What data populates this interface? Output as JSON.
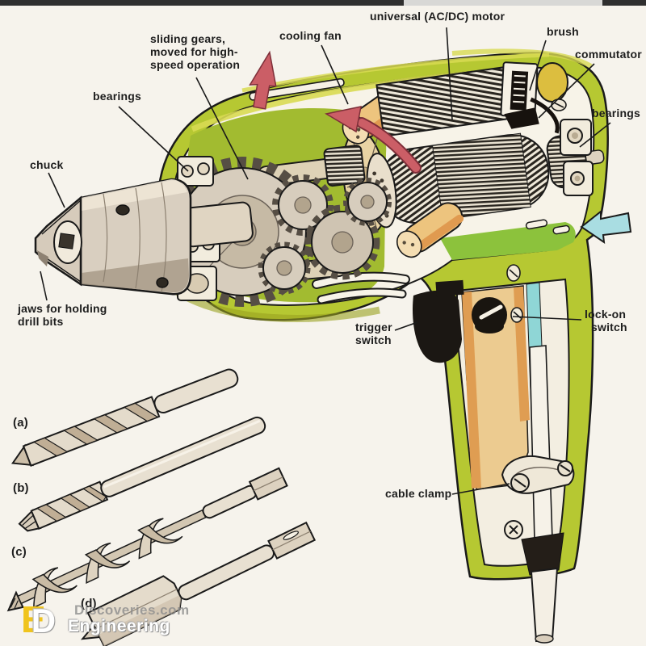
{
  "meta": {
    "description": "Cutaway diagram of an electric hand drill with labelled internal parts and four drill bit types"
  },
  "colors": {
    "housing": "#b6c832",
    "background": "#f6f3ec",
    "airflow_out_arrow": "#cb5e66",
    "airflow_in_arrow": "#a9dde2"
  },
  "labels": {
    "universal_motor": "universal (AC/DC) motor",
    "cooling_fan": "cooling fan",
    "sliding_gears_line1": "sliding gears,",
    "sliding_gears_line2": "moved for high-",
    "sliding_gears_line3": "speed operation",
    "bearings_left": "bearings",
    "chuck": "chuck",
    "jaws_line1": "jaws for holding",
    "jaws_line2": "drill bits",
    "brush": "brush",
    "commutator": "commutator",
    "bearings_right": "bearings",
    "trigger_line1": "trigger",
    "trigger_line2": "switch",
    "lock_on_line1": "lock-on",
    "lock_on_line2": "switch",
    "cable_clamp": "cable clamp"
  },
  "bits": {
    "a": "(a)",
    "b": "(b)",
    "c": "(c)",
    "d": "(d)"
  },
  "watermark": {
    "secondary": "Discoveries.com",
    "primary": "Engineering"
  }
}
